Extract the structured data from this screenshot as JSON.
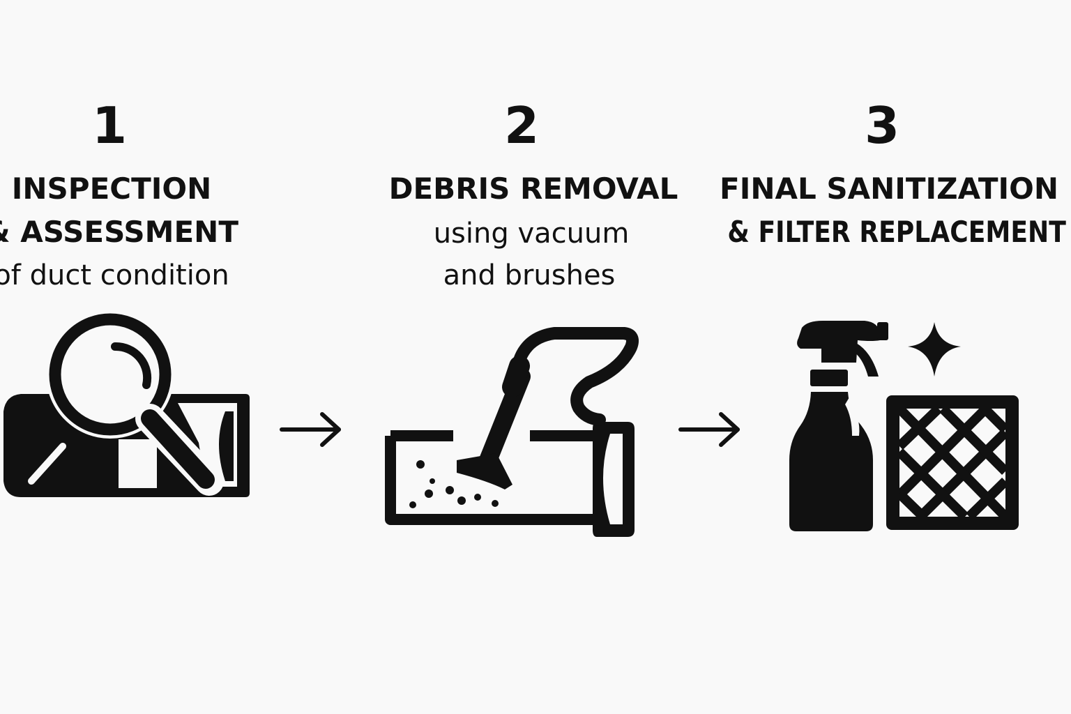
{
  "steps": [
    {
      "number": "1",
      "title_line1": "INSPECTION",
      "title_line2": "& ASSESSMENT",
      "subtitle": "of duct condition",
      "icon": "magnifier-over-duct-icon"
    },
    {
      "number": "2",
      "title_line1": "DEBRIS REMOVAL",
      "subtitle_line1": "using vacuum",
      "subtitle_line2": "and brushes",
      "icon": "vacuum-in-duct-icon"
    },
    {
      "number": "3",
      "title_line1": "FINAL SANITIZATION",
      "title_line2": "& FILTER REPLACEMENT",
      "icon": "spray-bottle-and-filter-icon"
    }
  ],
  "connectors": [
    "arrow-right-icon",
    "arrow-right-icon"
  ],
  "colors": {
    "background": "#f9f9f9",
    "ink": "#111111"
  }
}
